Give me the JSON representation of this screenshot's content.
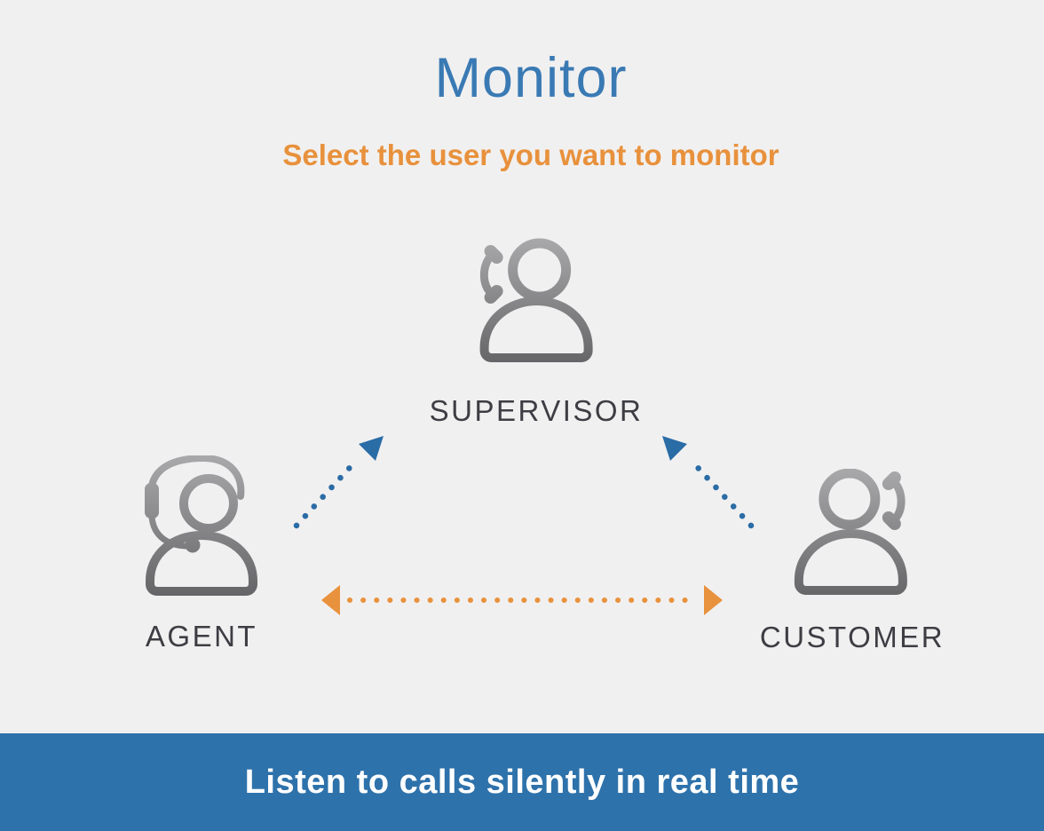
{
  "header": {
    "title": "Monitor",
    "subtitle": "Select the user you want to monitor"
  },
  "diagram": {
    "nodes": {
      "supervisor": {
        "label": "SUPERVISOR",
        "icon": "person-with-phone-left-icon"
      },
      "agent": {
        "label": "AGENT",
        "icon": "person-with-headset-icon"
      },
      "customer": {
        "label": "CUSTOMER",
        "icon": "person-with-phone-right-icon"
      }
    },
    "connections": [
      {
        "from": "agent",
        "to": "supervisor",
        "line": "dotted",
        "color": "#2a6ca6",
        "arrowheads": "single"
      },
      {
        "from": "customer",
        "to": "supervisor",
        "line": "dotted",
        "color": "#2a6ca6",
        "arrowheads": "single"
      },
      {
        "from": "agent",
        "to": "customer",
        "line": "dotted",
        "color": "#e8923d",
        "arrowheads": "double"
      }
    ]
  },
  "footer": {
    "text": "Listen to calls silently in real time"
  },
  "colors": {
    "background": "#f1f0f0",
    "title": "#3a7ab4",
    "subtitle": "#e8913c",
    "node_label": "#3d3d44",
    "icon_gradient_top": "#a9a9ab",
    "icon_gradient_bottom": "#656568",
    "arrow_blue": "#2a6ca6",
    "arrow_orange": "#e8923d",
    "footer_background": "#2e72ab",
    "footer_text": "#ffffff"
  }
}
